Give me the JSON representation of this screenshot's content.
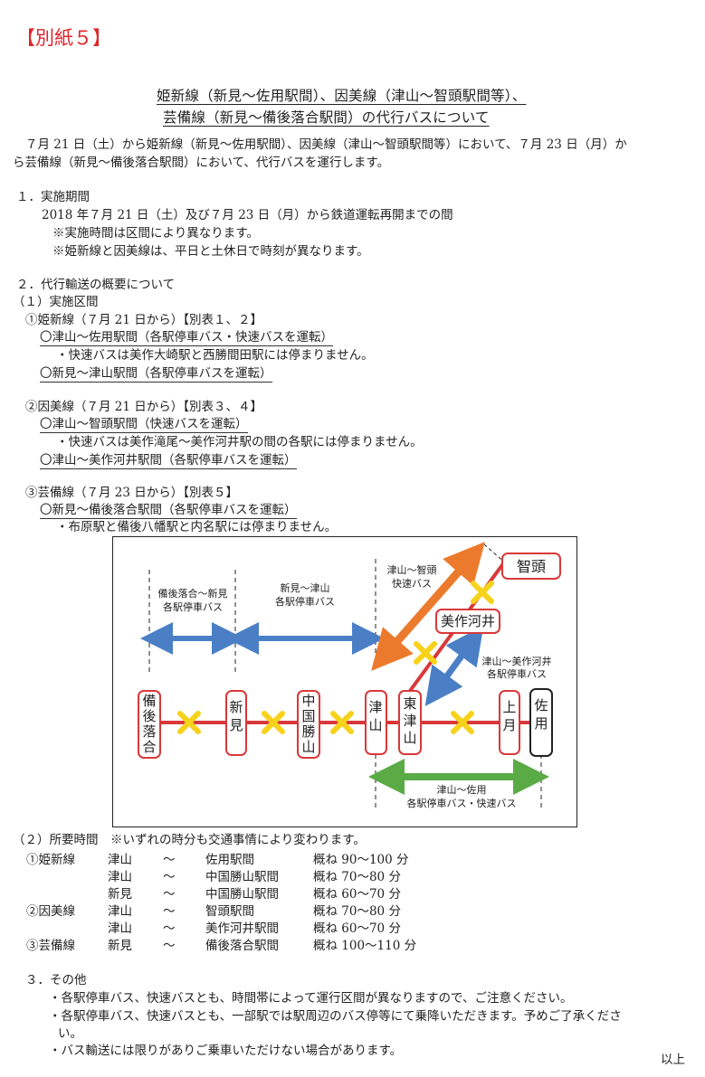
{
  "tag": "【別紙５】",
  "title": {
    "line1": "姫新線（新見～佐用駅間）、因美線（津山～智頭駅間等）、",
    "line2": "芸備線（新見～備後落合駅間）の代行バスについて"
  },
  "intro": {
    "line1": "７月 21 日（土）から姫新線（新見～佐用駅間）、因美線（津山～智頭駅間等）において、７月 23 日（月）か",
    "line2": "ら芸備線（新見～備後落合駅間）において、代行バスを運行します。"
  },
  "sec1": {
    "heading": "１．実施期間",
    "period": "2018 年７月 21 日（土）及び７月 23 日（月）から鉄道運転再開までの間",
    "note1": "※実施時間は区間により異なります。",
    "note2": "※姫新線と因美線は、平日と土休日で時刻が異なります。"
  },
  "sec2": {
    "heading": "２．代行輸送の概要について",
    "sub1": "（１）実施区間",
    "kishin": {
      "head": "①姫新線（７月 21 日から）【別表１、２】",
      "r1": "〇津山～佐用駅間（各駅停車バス・快速バスを運転）",
      "r1note": "・快速バスは美作大崎駅と西勝間田駅には停まりません。",
      "r2": "〇新見～津山駅間（各駅停車バスを運転）"
    },
    "inbi": {
      "head": "②因美線（７月 21 日から）【別表３、４】",
      "r1": "〇津山～智頭駅間（快速バスを運転）",
      "r1note": "・快速バスは美作滝尾～美作河井駅の間の各駅には停まりません。",
      "r2": "〇津山～美作河井駅間（各駅停車バスを運転）"
    },
    "geibi": {
      "head": "③芸備線（７月 23 日から）【別表５】",
      "r1": "〇新見～備後落合駅間（各駅停車バスを運転）",
      "r1note": "・布原駅と備後八幡駅と内名駅には停まりません。"
    },
    "sub2": "（２）所要時間　※いずれの時分も交通事情により変わります。"
  },
  "diagram": {
    "stations": {
      "bingo": "備後落合",
      "niimi": "新見",
      "katsuyama": "中国勝山",
      "tsuyama": "津山",
      "higashitsuyama": "東津山",
      "kozuki": "上月",
      "sayo": "佐用",
      "chizu": "智頭",
      "kawai": "美作河井"
    },
    "labels": {
      "bingo_niimi": [
        "備後落合～新見",
        "各駅停車バス"
      ],
      "niimi_tsuyama": [
        "新見～津山",
        "各駅停車バス"
      ],
      "tsuyama_chizu": [
        "津山～智頭",
        "快速バス"
      ],
      "tsuyama_kawai": [
        "津山～美作河井",
        "各駅停車バス"
      ],
      "tsuyama_sayo": [
        "津山～佐用",
        "各駅停車バス・快速バス"
      ]
    },
    "colors": {
      "rail": "#d9383a",
      "x_mark": "#f7d21b",
      "blue_arrow": "#4a7fc6",
      "orange_arrow": "#ec7a2c",
      "green_arrow": "#5aab45"
    }
  },
  "times": [
    {
      "line": "①姫新線",
      "from": "津山",
      "sep": "～",
      "to": "佐用駅間",
      "time": "概ね 90～100 分"
    },
    {
      "line": "",
      "from": "津山",
      "sep": "～",
      "to": "中国勝山駅間",
      "time": "概ね 70～80 分"
    },
    {
      "line": "",
      "from": "新見",
      "sep": "～",
      "to": "中国勝山駅間",
      "time": "概ね 60～70 分"
    },
    {
      "line": "②因美線",
      "from": "津山",
      "sep": "～",
      "to": "智頭駅間",
      "time": "概ね 70～80 分"
    },
    {
      "line": "",
      "from": "津山",
      "sep": "～",
      "to": "美作河井駅間",
      "time": "概ね 60～70 分"
    },
    {
      "line": "③芸備線",
      "from": "新見",
      "sep": "～",
      "to": "備後落合駅間",
      "time": "概ね 100～110 分"
    }
  ],
  "sec3": {
    "heading": "３．その他",
    "b1": "・各駅停車バス、快速バスとも、時間帯によって運行区間が異なりますので、ご注意ください。",
    "b2a": "・各駅停車バス、快速バスとも、一部駅では駅周辺のバス停等にて乗降いただきます。予めご了承くださ",
    "b2b": "い。",
    "b3": "・バス輸送には限りがありご乗車いただけない場合があります。"
  },
  "end": "以上"
}
